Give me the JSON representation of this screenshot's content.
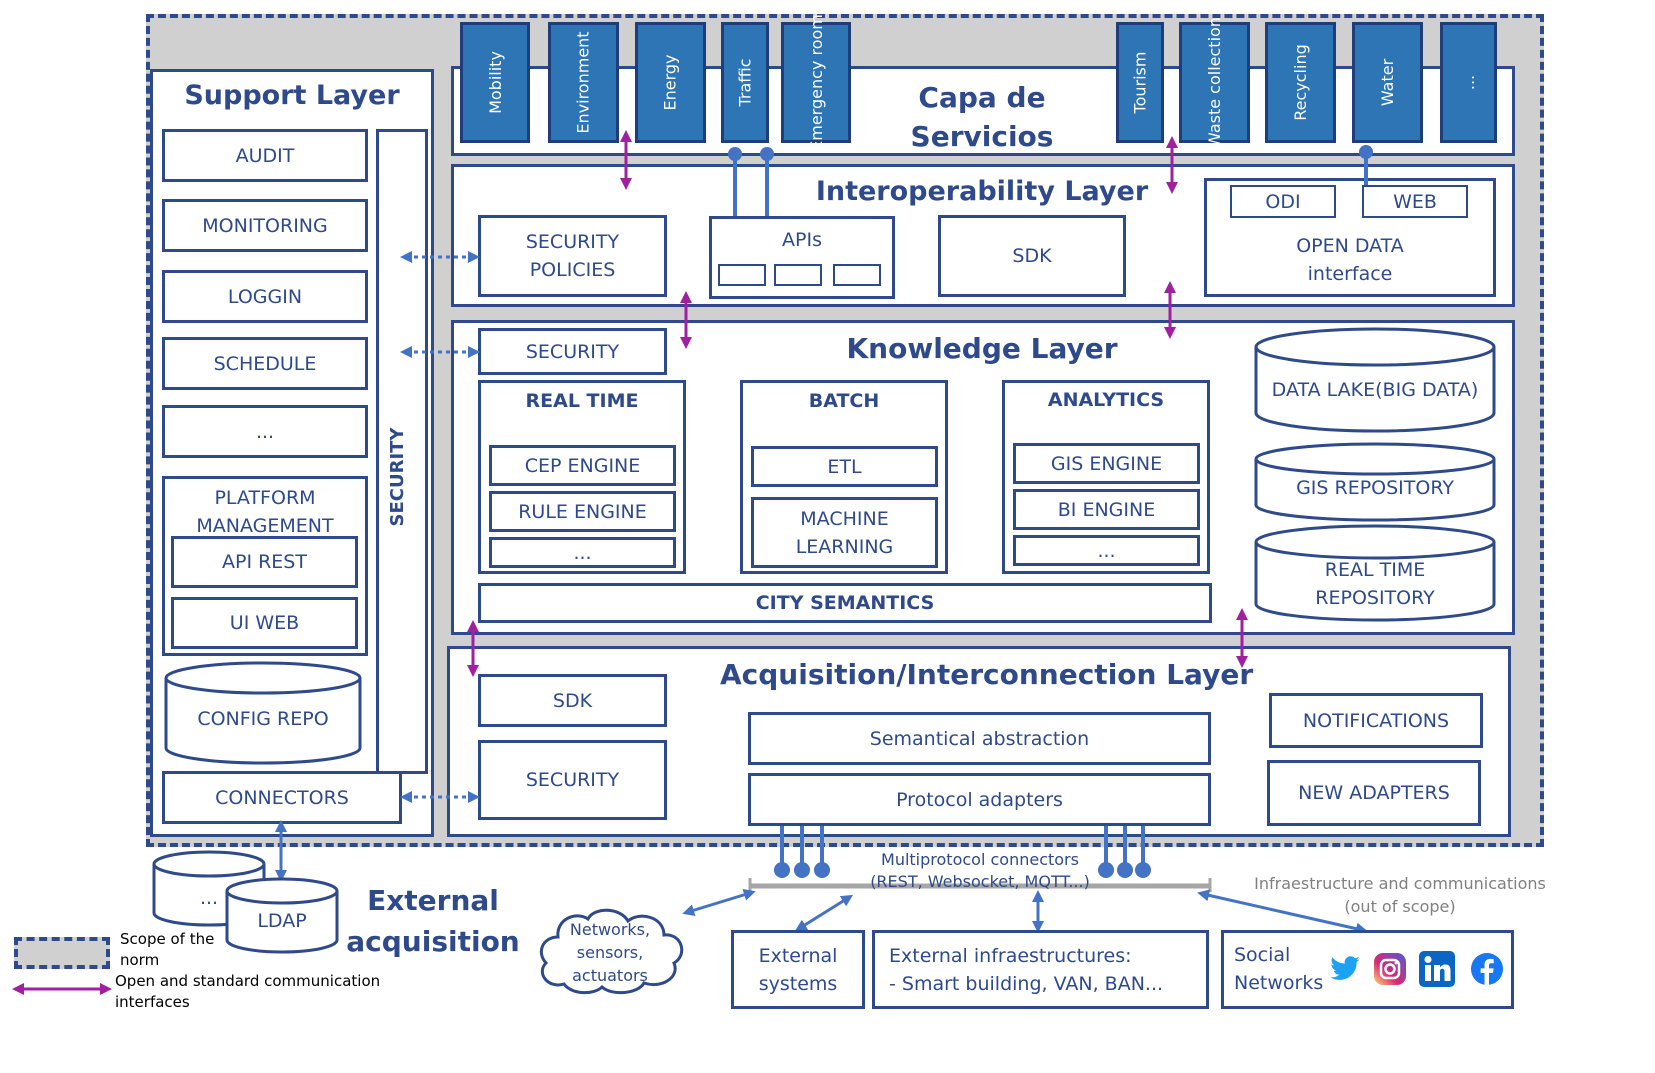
{
  "services": {
    "title": "Capa de Servicios\nInteligentes",
    "items": [
      "Mobility",
      "Environment",
      "Energy",
      "Traffic",
      "Emergency\nroom",
      "Tourism",
      "Waste\ncollection",
      "Recycling",
      "Water",
      "..."
    ]
  },
  "support": {
    "title": "Support Layer",
    "audit": "AUDIT",
    "monitoring": "MONITORING",
    "loggin": "LOGGIN",
    "schedule": "SCHEDULE",
    "ellipsis": "...",
    "platform": "PLATFORM\nMANAGEMENT",
    "api_rest": "API REST",
    "ui_web": "UI WEB",
    "config_repo": "CONFIG REPO",
    "security": "SECURITY",
    "connectors": "CONNECTORS"
  },
  "interop": {
    "title": "Interoperability Layer",
    "security_policies": "SECURITY\nPOLICIES",
    "apis": "APIs",
    "sdk": "SDK",
    "odi": "ODI",
    "web": "WEB",
    "open_data": "OPEN DATA\ninterface"
  },
  "knowledge": {
    "title": "Knowledge Layer",
    "security": "SECURITY",
    "real_time": "REAL TIME",
    "cep": "CEP ENGINE",
    "rule": "RULE ENGINE",
    "rt_more": "...",
    "batch": "BATCH",
    "etl": "ETL",
    "ml": "MACHINE\nLEARNING",
    "analytics": "ANALYTICS",
    "gis_engine": "GIS ENGINE",
    "bi_engine": "BI ENGINE",
    "an_more": "...",
    "city_semantics": "CITY SEMANTICS",
    "data_lake": "DATA LAKE(BIG DATA)",
    "gis_repo": "GIS REPOSITORY",
    "rt_repo": "REAL TIME\nREPOSITORY"
  },
  "acquisition": {
    "title": "Acquisition/Interconnection Layer",
    "sdk": "SDK",
    "security": "SECURITY",
    "semantical": "Semantical abstraction",
    "protocol": "Protocol adapters",
    "notifications": "NOTIFICATIONS",
    "new_adapters": "NEW ADAPTERS"
  },
  "external": {
    "title": "External\nacquisition",
    "db_more": "...",
    "ldap": "LDAP",
    "multiprotocol": "Multiprotocol connectors\n(REST, Websocket, MQTT...)",
    "infra": "Infraestructure and communications\n(out of scope)",
    "networks": "Networks,\nsensors,\nactuators",
    "ext_systems": "External\nsystems",
    "ext_infra": "External infraestructures:\n- Smart building, VAN, BAN...",
    "social": "Social\nNetworks"
  },
  "legend": {
    "scope": "Scope of the\nnorm",
    "interfaces": "Open and standard communication\ninterfaces"
  },
  "colors": {
    "primary": "#2F4A8A",
    "service_fill": "#2E75B6",
    "scope_fill": "#D0D0D0",
    "interface_arrow": "#A020A0",
    "dotted_arrow": "#4472C4"
  },
  "icons": [
    "twitter-icon",
    "instagram-icon",
    "linkedin-icon",
    "facebook-icon"
  ]
}
